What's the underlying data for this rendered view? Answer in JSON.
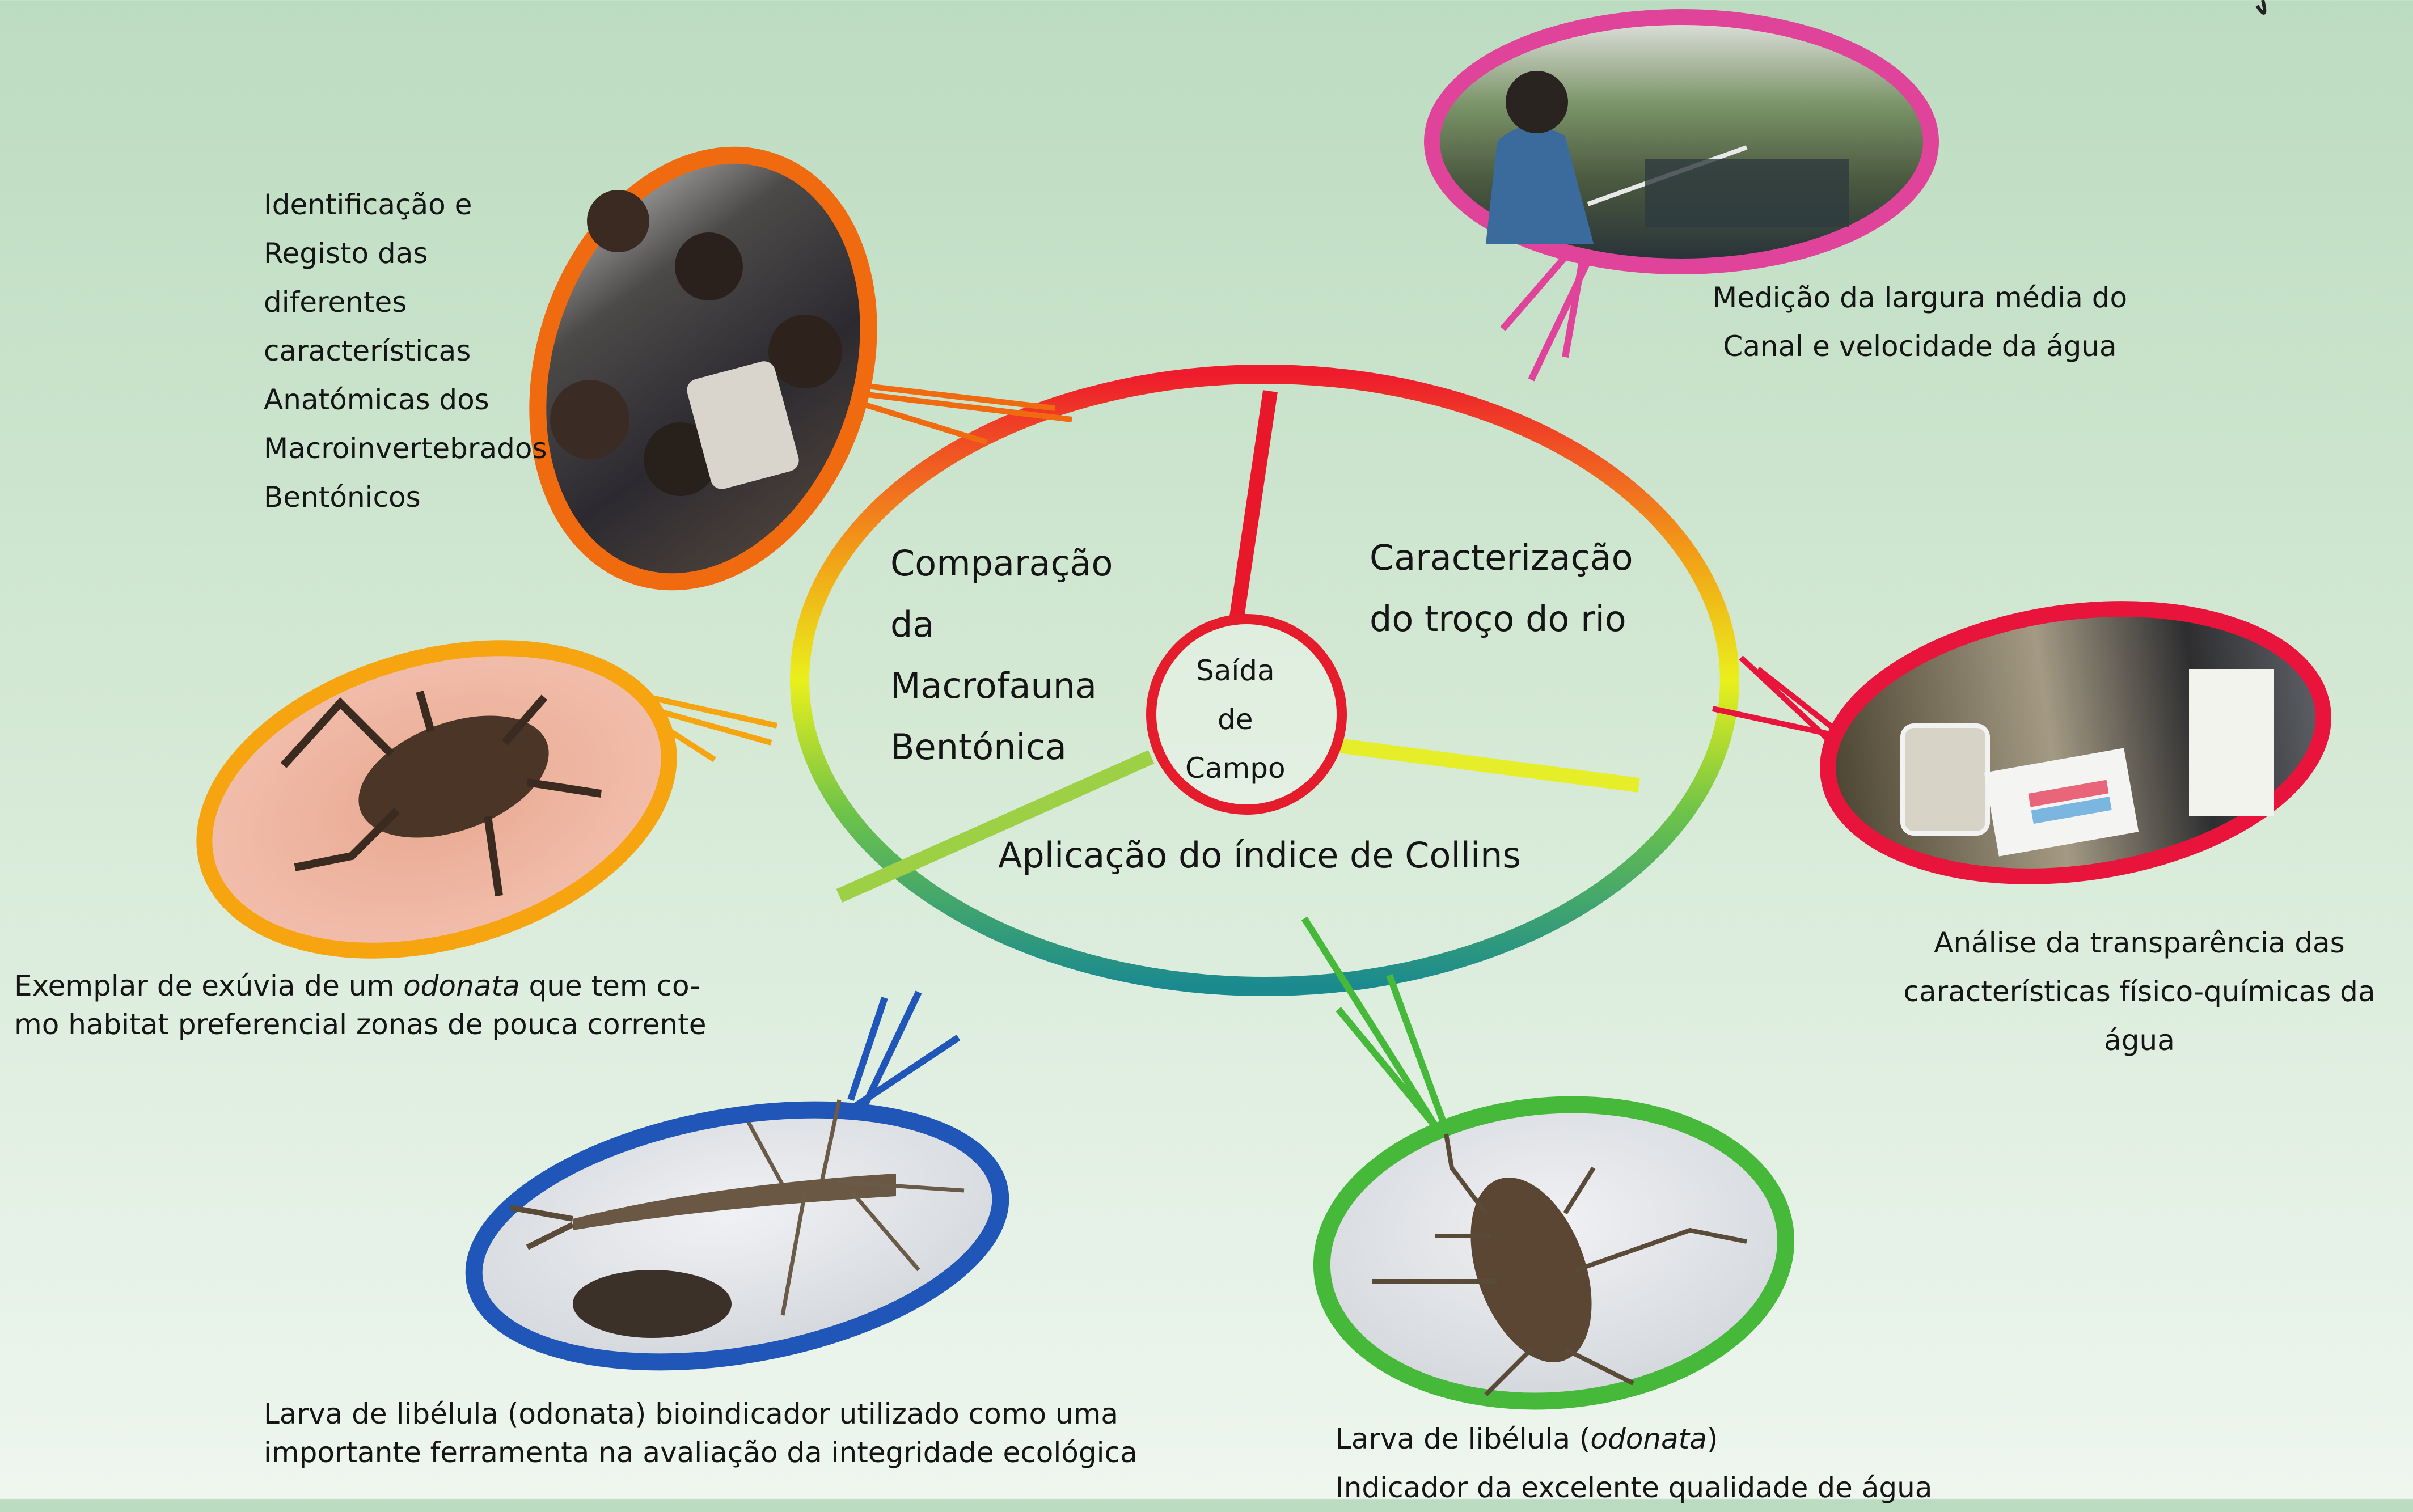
{
  "center": {
    "label": "Saída\n de\nCampo"
  },
  "branches": {
    "macrofauna": "Comparação\nda\nMacrofauna\nBentónica",
    "troco": "Caracterização\n do troço do rio",
    "collins": "Aplicação do índice de Collins"
  },
  "photos": {
    "students": {
      "caption": "Identificação e\nRegisto das\ndiferentes\ncaracterísticas\nAnatómicas dos\nMacroinvertebrados\nBentónicos",
      "color": "#f06a10"
    },
    "river": {
      "caption": "Medição da largura média do\nCanal e velocidade da água",
      "color": "#e0449a"
    },
    "exuvia": {
      "caption_pre": "Exemplar de exúvia de um ",
      "caption_em": "odonata",
      "caption_post": " que tem co-\nmo habitat preferencial zonas de pouca corrente",
      "color": "#f6a511"
    },
    "analysis": {
      "caption": "Análise da transparência das\ncaracterísticas físico-químicas da água",
      "color": "#e8143c"
    },
    "larva_blue": {
      "caption": "Larva de libélula (odonata) bioindicador  utilizado como uma\nimportante ferramenta na avaliação da integridade ecológica",
      "color": "#1f56b8"
    },
    "larva_green": {
      "caption_pre": "Larva de libélula (",
      "caption_em": "odonata",
      "caption_post": ")\nIndicador da excelente qualidade de água",
      "color": "#46b83a"
    }
  },
  "colors": {
    "center_ring": "#e51c2c",
    "spoke_top": "#e8182a",
    "spoke_right": "#e6ee2a",
    "spoke_left": "#9ed046"
  }
}
